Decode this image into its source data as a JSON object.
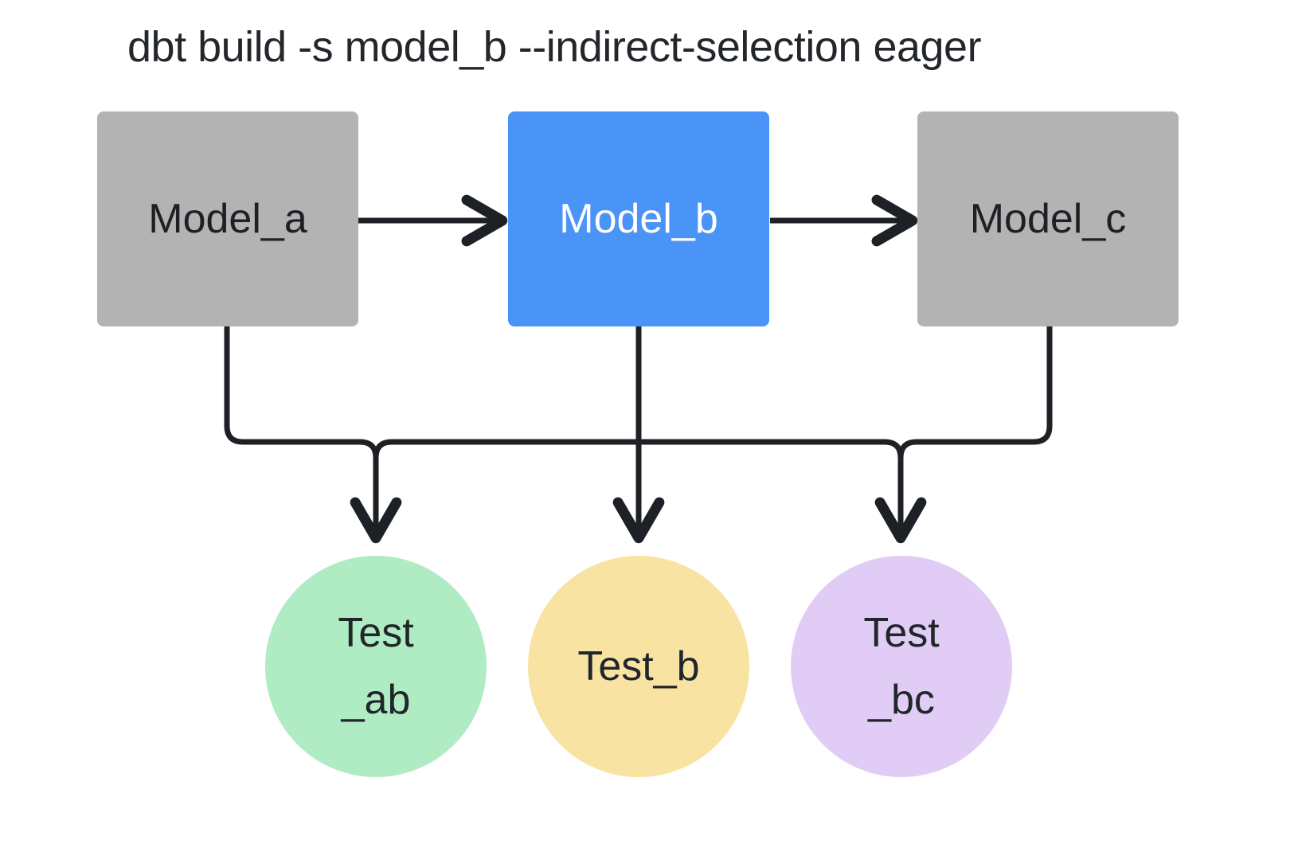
{
  "diagram": {
    "title": "dbt build -s model_b --indirect-selection eager",
    "background": "#ffffff",
    "edge_color": "#1d2024",
    "nodes": {
      "models": [
        {
          "id": "model_a",
          "label": "Model_a",
          "shape": "rectangle",
          "fill": "#b3b3b3",
          "text_color": "#1d2024",
          "selected": false
        },
        {
          "id": "model_b",
          "label": "Model_b",
          "shape": "rectangle",
          "fill": "#4a93f7",
          "text_color": "#ffffff",
          "selected": true
        },
        {
          "id": "model_c",
          "label": "Model_c",
          "shape": "rectangle",
          "fill": "#b3b3b3",
          "text_color": "#1d2024",
          "selected": false
        }
      ],
      "tests": [
        {
          "id": "test_ab",
          "label": "Test\n_ab",
          "shape": "circle",
          "fill": "#b0ecc3",
          "text_color": "#20262a"
        },
        {
          "id": "test_b",
          "label": "Test_b",
          "shape": "circle",
          "fill": "#f8e3a3",
          "text_color": "#20262a"
        },
        {
          "id": "test_bc",
          "label": "Test\n_bc",
          "shape": "circle",
          "fill": "#e0ccf5",
          "text_color": "#20262a"
        }
      ]
    },
    "edges": [
      {
        "from": "model_a",
        "to": "model_b",
        "style": "straight-arrow"
      },
      {
        "from": "model_b",
        "to": "model_c",
        "style": "straight-arrow"
      },
      {
        "from": "model_a",
        "to": "test_ab",
        "style": "elbow-arrow"
      },
      {
        "from": "model_b",
        "to": "test_ab",
        "style": "elbow-arrow"
      },
      {
        "from": "model_b",
        "to": "test_b",
        "style": "straight-arrow"
      },
      {
        "from": "model_b",
        "to": "test_bc",
        "style": "elbow-arrow"
      },
      {
        "from": "model_c",
        "to": "test_bc",
        "style": "elbow-arrow"
      }
    ]
  }
}
